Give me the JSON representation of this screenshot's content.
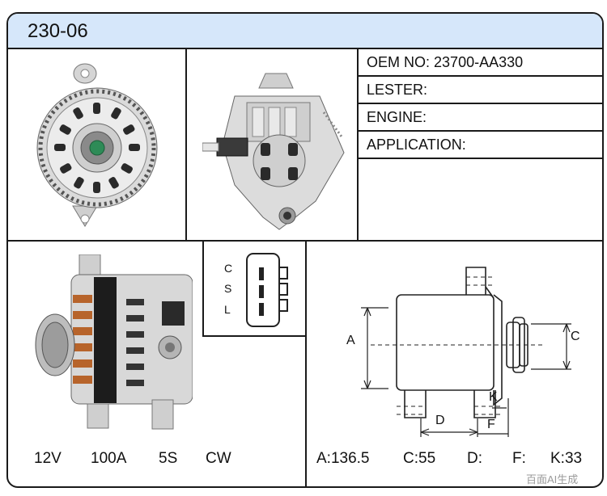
{
  "model": "230-06",
  "specs": [
    {
      "label": "OEM NO:",
      "value": "23700-AA330"
    },
    {
      "label": "LESTER:",
      "value": ""
    },
    {
      "label": "ENGINE:",
      "value": ""
    },
    {
      "label": "APPLICATION:",
      "value": ""
    }
  ],
  "connector": {
    "pins": [
      "C",
      "S",
      "L"
    ]
  },
  "ratings": {
    "voltage": "12V",
    "amperage": "100A",
    "pulley": "5S",
    "rotation": "CW"
  },
  "dimensions": {
    "labels": {
      "a": "A",
      "c": "C",
      "d": "D",
      "f": "F",
      "k": "K"
    },
    "values": {
      "a": "A:136.5",
      "c": "C:55",
      "d": "D:",
      "f": "F:",
      "k": "K:33"
    }
  },
  "watermark": "百面AI生成"
}
